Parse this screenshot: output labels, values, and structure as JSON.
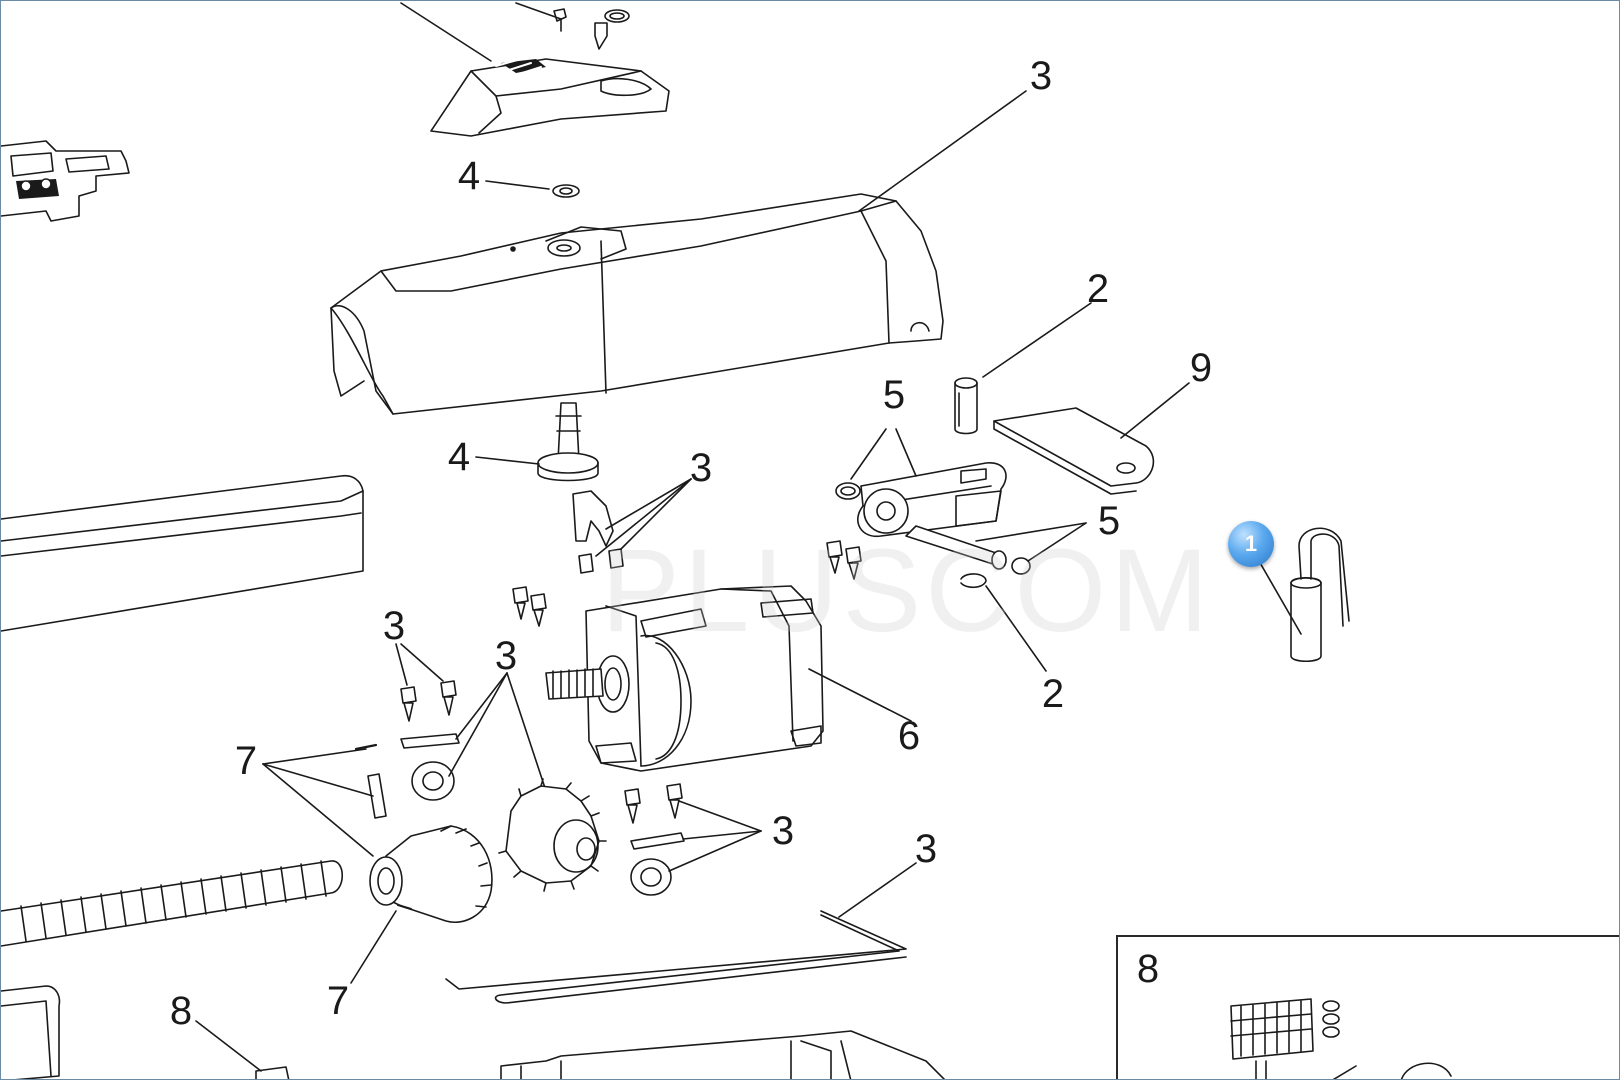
{
  "labels": {
    "l3_top": "3",
    "l4_top": "4",
    "l2_pin": "2",
    "l9": "9",
    "l5_a": "5",
    "l4_mid": "4",
    "l3_mid": "3",
    "l5_b": "5",
    "l3_left": "3",
    "l3_center": "3",
    "l2_clip": "2",
    "l6": "6",
    "l7_a": "7",
    "l3_right": "3",
    "l3_gasket": "3",
    "l7_b": "7",
    "l8_left": "8",
    "l8_inset": "8"
  },
  "callout_badge": "1",
  "watermark": "PLUSCOM",
  "colors": {
    "line": "#1a1a1a",
    "badge": "#3d8fe0",
    "frame": "#6b8aa6"
  }
}
